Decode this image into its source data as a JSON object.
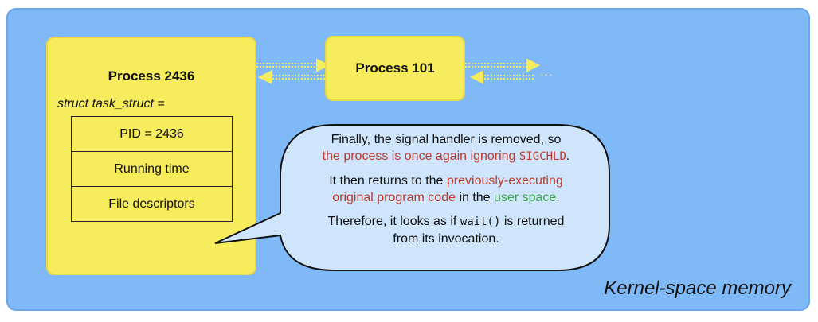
{
  "region_label": "Kernel-space memory",
  "process_main": {
    "title": "Process 2436",
    "struct_label": "struct task_struct =",
    "fields": [
      "PID = 2436",
      "Running time",
      "File descriptors"
    ]
  },
  "process_next": {
    "title": "Process 101",
    "ellipsis": "..."
  },
  "bubble": {
    "p1_a": "Finally, the signal handler is removed, so",
    "p1_b": "the process is once again ignoring",
    "p1_code": "SIGCHLD",
    "p1_c": ".",
    "p2_a": "It then returns to the",
    "p2_b": "previously-executing",
    "p2_c": "original program code",
    "p2_d": "in the",
    "p2_e": "user space",
    "p2_f": ".",
    "p3_a": "Therefore, it looks as if",
    "p3_code": "wait()",
    "p3_b": "is returned",
    "p3_c": "from its invocation."
  },
  "colors": {
    "kernel_bg": "#7fb9f7",
    "process_bg": "#f7ec5c",
    "bubble_bg": "#cfe5fb",
    "highlight_red": "#c0392b",
    "highlight_green": "#3aa84a"
  }
}
